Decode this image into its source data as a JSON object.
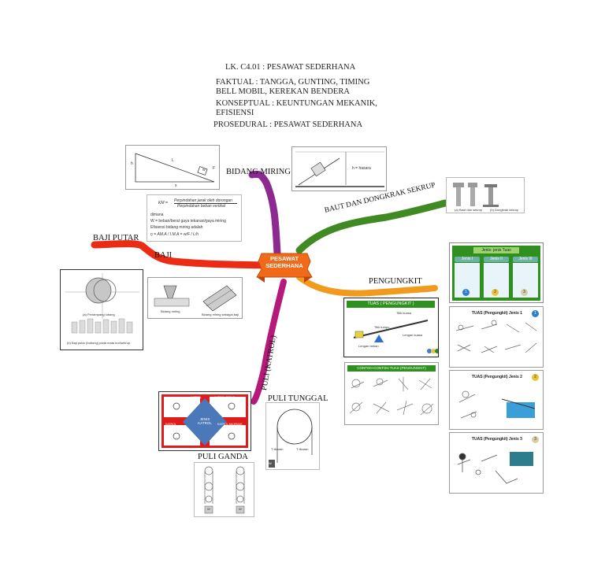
{
  "header": {
    "line1": "LK. C4.01 : PESAWAT SEDERHANA",
    "line2": "FAKTUAL : TANGGA, GUNTING, TIMING",
    "line3": "BELL MOBIL, KEREKAN BENDERA",
    "line4": "KONSEPTUAL : KEUNTUNGAN MEKANIK,",
    "line5": "EFISIENSI",
    "line6": "PROSEDURAL : PESAWAT SEDERHANA"
  },
  "center": {
    "line1": "PESAWAT",
    "line2": "SEDERHANA"
  },
  "branches": {
    "bidang_miring": "BIDANG MIRING",
    "baut": "BAUT DAN DONGKRAK SEKRUP",
    "pengungkit": "PENGUNGKIT",
    "baji": "BAJI",
    "baji_putar": "BAJI PUTAR",
    "puli": "PULI (KATROL)",
    "puli_tunggal": "PULI TUNGGAL",
    "puli_ganda": "PULI GANDA"
  },
  "cards": {
    "incline": {
      "h": "h",
      "l": "L",
      "x": "x",
      "w": "w",
      "f": "F"
    },
    "formula": {
      "km": "KM =",
      "num": "Perpindahan jarak oleh dorongan",
      "den": "Perpindahan beban vertikal",
      "t1": "dimana",
      "t2": "W = beban/berat gaya tekanan/gaya miring",
      "t3": "Efisiensi bidang miring adalah",
      "eff": "η = AM.A / I.M.A = w/F / L/h"
    },
    "tuas": {
      "title": "TUAS ( PENGUNGKIT )",
      "t1": "Titik kuasa",
      "t2": "Titik tumpu",
      "t3": "Lengan kuasa",
      "t4": "Lengan beban"
    },
    "contoh": {
      "title": "CONTOH-CONTOH TUAS (PENGUNGKIT)"
    },
    "jenis": {
      "title": "Jenis- jenis Tuas",
      "j1": "Jenis I",
      "j2": "Jenis II",
      "j3": "Jenis III",
      "b1": "1",
      "b2": "2",
      "b3": "3"
    },
    "j1card": {
      "title": "TUAS (Pengungkit) Jenis 1",
      "badge": "1"
    },
    "j2card": {
      "title": "TUAS (Pengungkit) Jenis 2",
      "badge": "2"
    },
    "j3card": {
      "title": "TUAS (Pengungkit) Jenis 3",
      "badge": "3"
    },
    "screw": {
      "c1": "(a) Baut dan sekrup",
      "c2": "(b) Dongkrak sekrup"
    },
    "inclineblock": {
      "label": "h = hasara"
    },
    "bajiputar": {
      "c1": "(a) Penampang lubang",
      "c2": "(b) Baji putar (bobong) pada mata bor/sekrup"
    },
    "baji": {
      "c1": "Bidang miring",
      "c2": "Bidang miring sebagai baji"
    },
    "katrol": {
      "center1": "JENIS",
      "center2": "KATROL",
      "q1": "KATROL",
      "q2": "KATROL BEBAS",
      "q3": "KATROL",
      "q4": "KATROL MAJEMUK"
    },
    "tunggal": {
      "w": "W",
      "t1": "T tikaran",
      "t2": "T tikaran"
    },
    "ganda": {
      "w1": "W",
      "w2": "W"
    }
  },
  "colors": {
    "purple": "#8c2a8f",
    "green": "#3f8a23",
    "orange": "#f29a1e",
    "red": "#ec2b14",
    "magenta": "#b5197a",
    "center": "#f06a1a"
  }
}
